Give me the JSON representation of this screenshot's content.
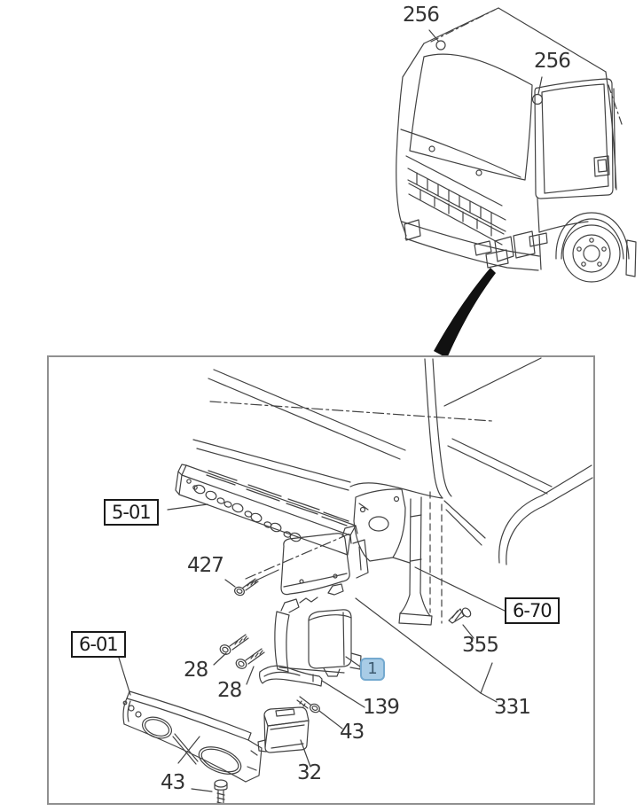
{
  "colors": {
    "line": "#424242",
    "panel_border": "#909090",
    "label_text": "#333333",
    "ref_box_border": "#1a1a1a",
    "highlight_fill": "#a8cce6",
    "highlight_border": "#74a9cf",
    "highlight_text": "#3d5a70",
    "arrow_fill": "#111111"
  },
  "overview": {
    "roof_marker_left": "256",
    "roof_marker_right": "256"
  },
  "detail": {
    "crossmember_ref": "5-01",
    "bumper_ref": "6-01",
    "fender_ref": "6-70",
    "clip_427": "427",
    "bolt_28_upper": "28",
    "bolt_28_lower": "28",
    "selected_part": "1",
    "bracket_139": "139",
    "bolt_43_mid": "43",
    "fog_lamp_32": "32",
    "screw_43_bottom": "43",
    "screw_355": "355",
    "assembly_331": "331"
  }
}
